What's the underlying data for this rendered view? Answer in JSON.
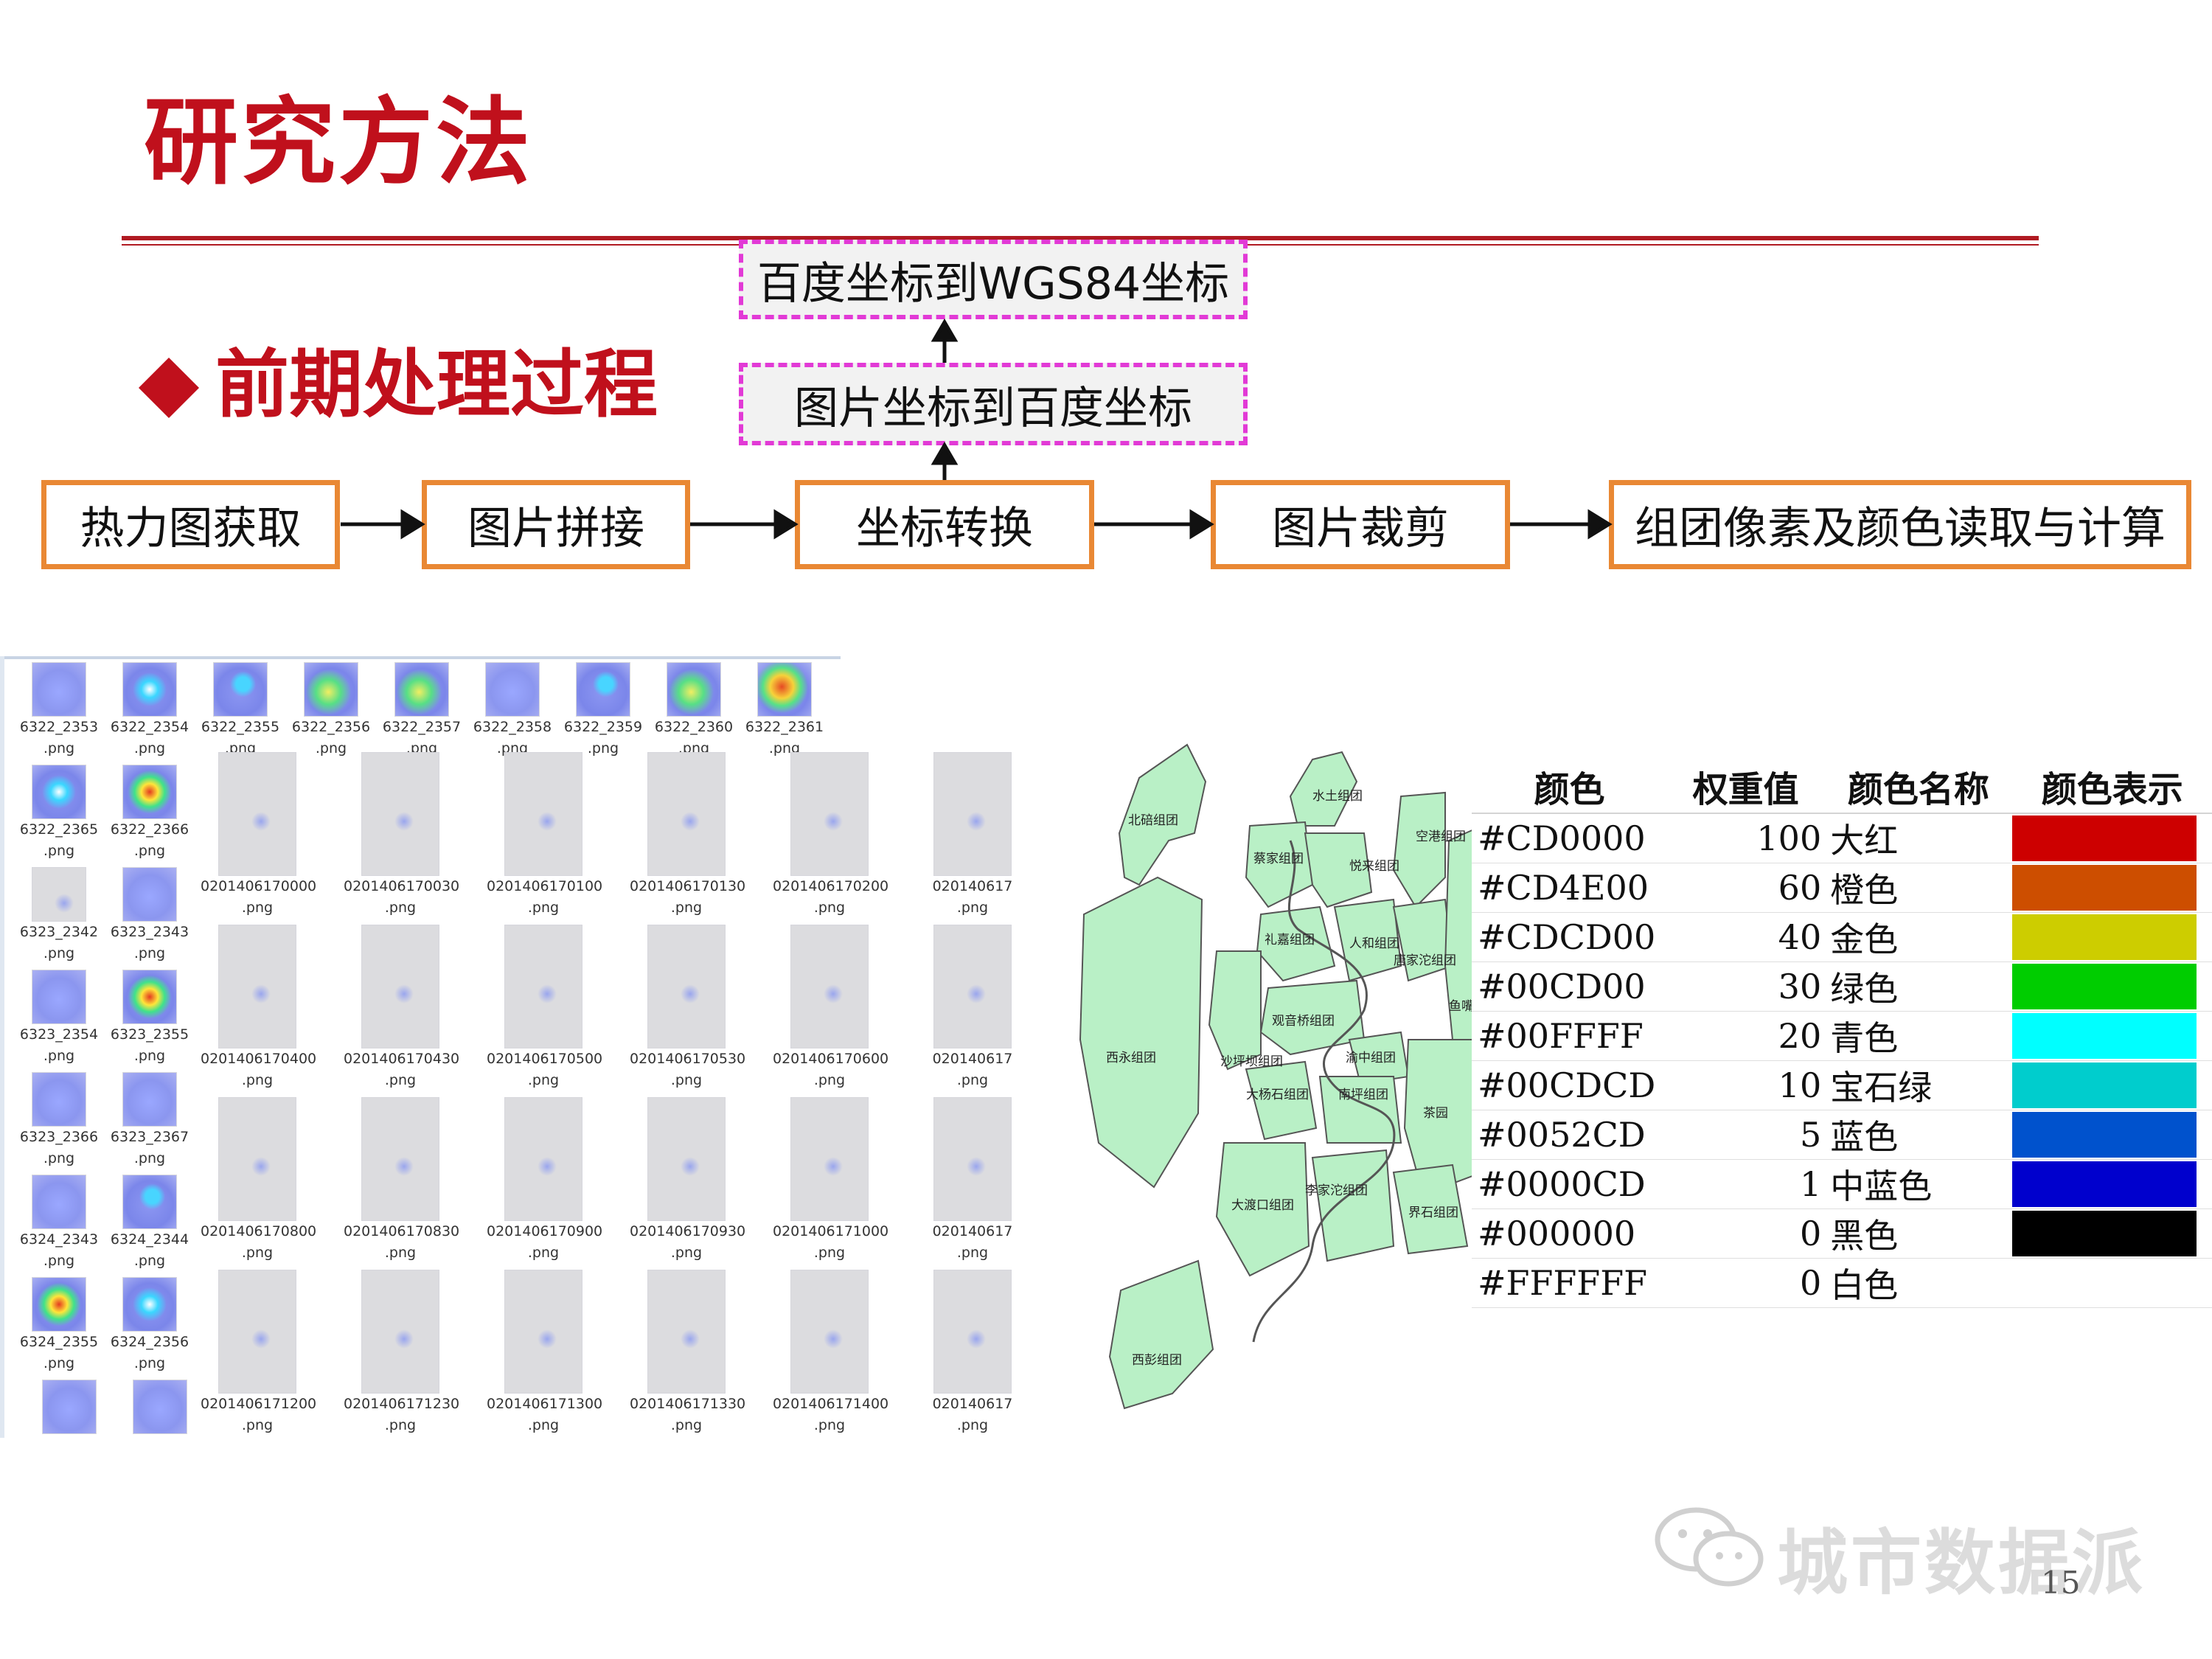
{
  "slide": {
    "title": "研究方法",
    "subtitle": "前期处理过程",
    "page_number": "15",
    "watermark": "城市数据派"
  },
  "flow": {
    "steps": [
      "热力图获取",
      "图片拼接",
      "坐标转换",
      "图片裁剪",
      "组团像素及颜色读取与计算"
    ],
    "sub_steps": [
      "百度坐标到WGS84坐标",
      "图片坐标到百度坐标"
    ]
  },
  "explorer": {
    "top_row": [
      {
        "name": "6322_2353",
        "ext": ".png",
        "style": "heat"
      },
      {
        "name": "6322_2354",
        "ext": ".png",
        "style": "heat-e"
      },
      {
        "name": "6322_2355",
        "ext": ".png",
        "style": "heat-b"
      },
      {
        "name": "6322_2356",
        "ext": ".png",
        "style": "heat-d"
      },
      {
        "name": "6322_2357",
        "ext": ".png",
        "style": "heat-d"
      },
      {
        "name": "6322_2358",
        "ext": ".png",
        "style": "heat"
      },
      {
        "name": "6322_2359",
        "ext": ".png",
        "style": "heat-b"
      },
      {
        "name": "6322_2360",
        "ext": ".png",
        "style": "heat-d"
      },
      {
        "name": "6322_2361",
        "ext": ".png",
        "style": "heat-big"
      }
    ],
    "left_column": [
      {
        "a": "6322_2365",
        "b": "6322_2366",
        "sa": "heat-e",
        "sb": "heat-c"
      },
      {
        "a": "6323_2342",
        "b": "6323_2343",
        "sa": "gray",
        "sb": "heat"
      },
      {
        "a": "6323_2354",
        "b": "6323_2355",
        "sa": "heat",
        "sb": "heat-c"
      },
      {
        "a": "6323_2366",
        "b": "6323_2367",
        "sa": "heat",
        "sb": "heat"
      },
      {
        "a": "6324_2343",
        "b": "6324_2344",
        "sa": "heat",
        "sb": "heat-b"
      },
      {
        "a": "6324_2355",
        "b": "6324_2356",
        "sa": "heat-c",
        "sb": "heat-e"
      }
    ],
    "grid_rows": [
      [
        "0201406170000",
        "0201406170030",
        "0201406170100",
        "0201406170130",
        "0201406170200",
        "020140617"
      ],
      [
        "0201406170400",
        "0201406170430",
        "0201406170500",
        "0201406170530",
        "0201406170600",
        "020140617"
      ],
      [
        "0201406170800",
        "0201406170830",
        "0201406170900",
        "0201406170930",
        "0201406171000",
        "020140617"
      ],
      [
        "0201406171200",
        "0201406171230",
        "0201406171300",
        "0201406171330",
        "0201406171400",
        "020140617"
      ]
    ],
    "ext": ".png"
  },
  "map": {
    "labels": [
      "悦来组团",
      "水土组团",
      "北碚组团",
      "空港组团",
      "蔡家组团",
      "礼嘉组团",
      "人和组团",
      "唐家沱组团",
      "鱼嘴",
      "观音桥组团",
      "渝中组团",
      "沙坪坝组团",
      "大杨石组团",
      "南坪组团",
      "茶园",
      "李家沱组团",
      "大渡口组团",
      "界石组团",
      "西永组团",
      "西彭组团"
    ],
    "fill_color": "#b9f0c6"
  },
  "color_table": {
    "headers": [
      "颜色",
      "权重值",
      "颜色名称",
      "颜色表示"
    ],
    "rows": [
      {
        "code": "#CD0000",
        "weight": "100",
        "name": "大红",
        "color": "#cd0000"
      },
      {
        "code": "#CD4E00",
        "weight": "60",
        "name": "橙色",
        "color": "#cd4e00"
      },
      {
        "code": "#CDCD00",
        "weight": "40",
        "name": "金色",
        "color": "#cdcd00"
      },
      {
        "code": "#00CD00",
        "weight": "30",
        "name": "绿色",
        "color": "#00cd00"
      },
      {
        "code": "#00FFFF",
        "weight": "20",
        "name": "青色",
        "color": "#00ffff"
      },
      {
        "code": "#00CDCD",
        "weight": "10",
        "name": "宝石绿",
        "color": "#00cdcd"
      },
      {
        "code": "#0052CD",
        "weight": "5",
        "name": "蓝色",
        "color": "#0052cd"
      },
      {
        "code": "#0000CD",
        "weight": "1",
        "name": "中蓝色",
        "color": "#0000cd"
      },
      {
        "code": "#000000",
        "weight": "0",
        "name": "黑色",
        "color": "#000000"
      },
      {
        "code": "#FFFFFF",
        "weight": "0",
        "name": "白色",
        "color": "#ffffff"
      }
    ]
  },
  "colors": {
    "title_red": "#c0101c",
    "flow_border": "#e98834",
    "dash_border": "#e23ad6"
  }
}
